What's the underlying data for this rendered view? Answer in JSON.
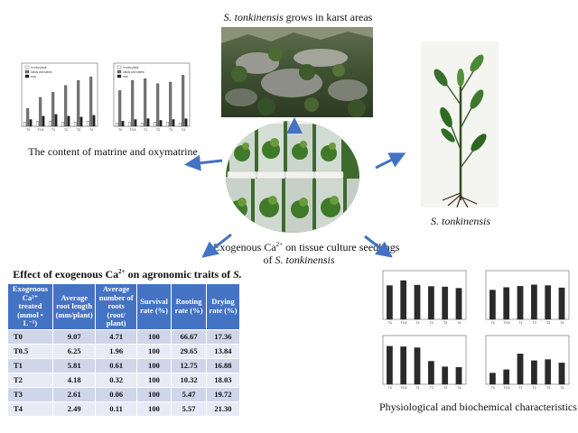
{
  "header": {
    "karst_italic": "S. tonkinensis",
    "karst_rest": " grows in karst areas"
  },
  "captions": {
    "matrine": "The content of matrine and oxymatrine",
    "plant": "S. tonkinensis",
    "physiological": "Physiological and biochemical characteristics"
  },
  "center": {
    "line1_prefix": "Exogenous Ca",
    "line1_sup": "2+",
    "line1_rest": " on tissue culture seedlings",
    "line2_prefix": "of ",
    "line2_italic": "S. tonkinensis"
  },
  "table": {
    "title_prefix": "Effect of exogenous Ca",
    "title_sup": "2+",
    "title_rest": " on agronomic traits of ",
    "title_italic": "S. tonkinensis",
    "headers": [
      "Exogenous Ca²⁺ treated (mmol • L⁻¹)",
      "Average root length (mm/plant)",
      "Average number of roots (root/ plant)",
      "Survival rate (%)",
      "Rooting rate (%)",
      "Drying rate (%)"
    ],
    "rows": [
      [
        "T0",
        "9.07",
        "4.71",
        "100",
        "66.67",
        "17.36"
      ],
      [
        "T0.5",
        "6.25",
        "1.96",
        "100",
        "29.65",
        "13.84"
      ],
      [
        "T1",
        "5.81",
        "0.61",
        "100",
        "12.75",
        "16.88"
      ],
      [
        "T2",
        "4.18",
        "0.32",
        "100",
        "10.32",
        "18.03"
      ],
      [
        "T3",
        "2.61",
        "0.06",
        "100",
        "5.47",
        "19.72"
      ],
      [
        "T4",
        "2.49",
        "0.11",
        "100",
        "5.57",
        "21.30"
      ]
    ]
  },
  "chart_data": [
    {
      "type": "bar",
      "panel": "matrine-left",
      "categories": [
        "T0",
        "T0.5",
        "T1",
        "T2",
        "T3",
        "T4"
      ],
      "series": [
        {
          "name": "In vitro plant",
          "values": [
            0.5,
            0.6,
            0.6,
            0.5,
            0.5,
            0.6
          ]
        },
        {
          "name": "callus and stems",
          "values": [
            2.1,
            3.4,
            4.0,
            4.8,
            5.4,
            5.8
          ]
        },
        {
          "name": "root",
          "values": [
            0.8,
            1.2,
            1.4,
            1.2,
            1.1,
            1.3
          ]
        }
      ],
      "ylim": [
        0,
        7
      ]
    },
    {
      "type": "bar",
      "panel": "matrine-right",
      "categories": [
        "T0",
        "T0.5",
        "T1",
        "T2",
        "T3",
        "T4"
      ],
      "series": [
        {
          "name": "In vitro plant",
          "values": [
            0.4,
            0.5,
            0.4,
            0.5,
            0.5,
            0.4
          ]
        },
        {
          "name": "callus and stems",
          "values": [
            4.2,
            5.4,
            5.6,
            5.0,
            5.2,
            6.0
          ]
        },
        {
          "name": "root",
          "values": [
            0.6,
            0.8,
            0.9,
            0.7,
            0.8,
            0.9
          ]
        }
      ],
      "ylim": [
        0,
        7
      ]
    },
    {
      "type": "bar",
      "panel": "phys-1",
      "categories": [
        "T0",
        "T0.5",
        "T1",
        "T2",
        "T3",
        "T4"
      ],
      "values": [
        7.5,
        8.6,
        7.6,
        7.3,
        7.2,
        6.9
      ],
      "ylim": [
        0,
        10
      ]
    },
    {
      "type": "bar",
      "panel": "phys-2",
      "categories": [
        "T0",
        "T0.5",
        "T1",
        "T2",
        "T3",
        "T4"
      ],
      "values": [
        78,
        85,
        88,
        92,
        90,
        84
      ],
      "ylim": [
        0,
        120
      ]
    },
    {
      "type": "bar",
      "panel": "phys-3",
      "categories": [
        "T0",
        "T0.5",
        "T1",
        "T2",
        "T3",
        "T4"
      ],
      "values": [
        7600,
        7500,
        7300,
        4600,
        3500,
        3400
      ],
      "ylim": [
        0,
        9000
      ]
    },
    {
      "type": "bar",
      "panel": "phys-4",
      "categories": [
        "T0",
        "T0.5",
        "T1",
        "T2",
        "T3",
        "T4"
      ],
      "values": [
        0.5,
        0.65,
        1.35,
        1.05,
        1.1,
        0.95
      ],
      "ylim": [
        0,
        2
      ]
    }
  ]
}
